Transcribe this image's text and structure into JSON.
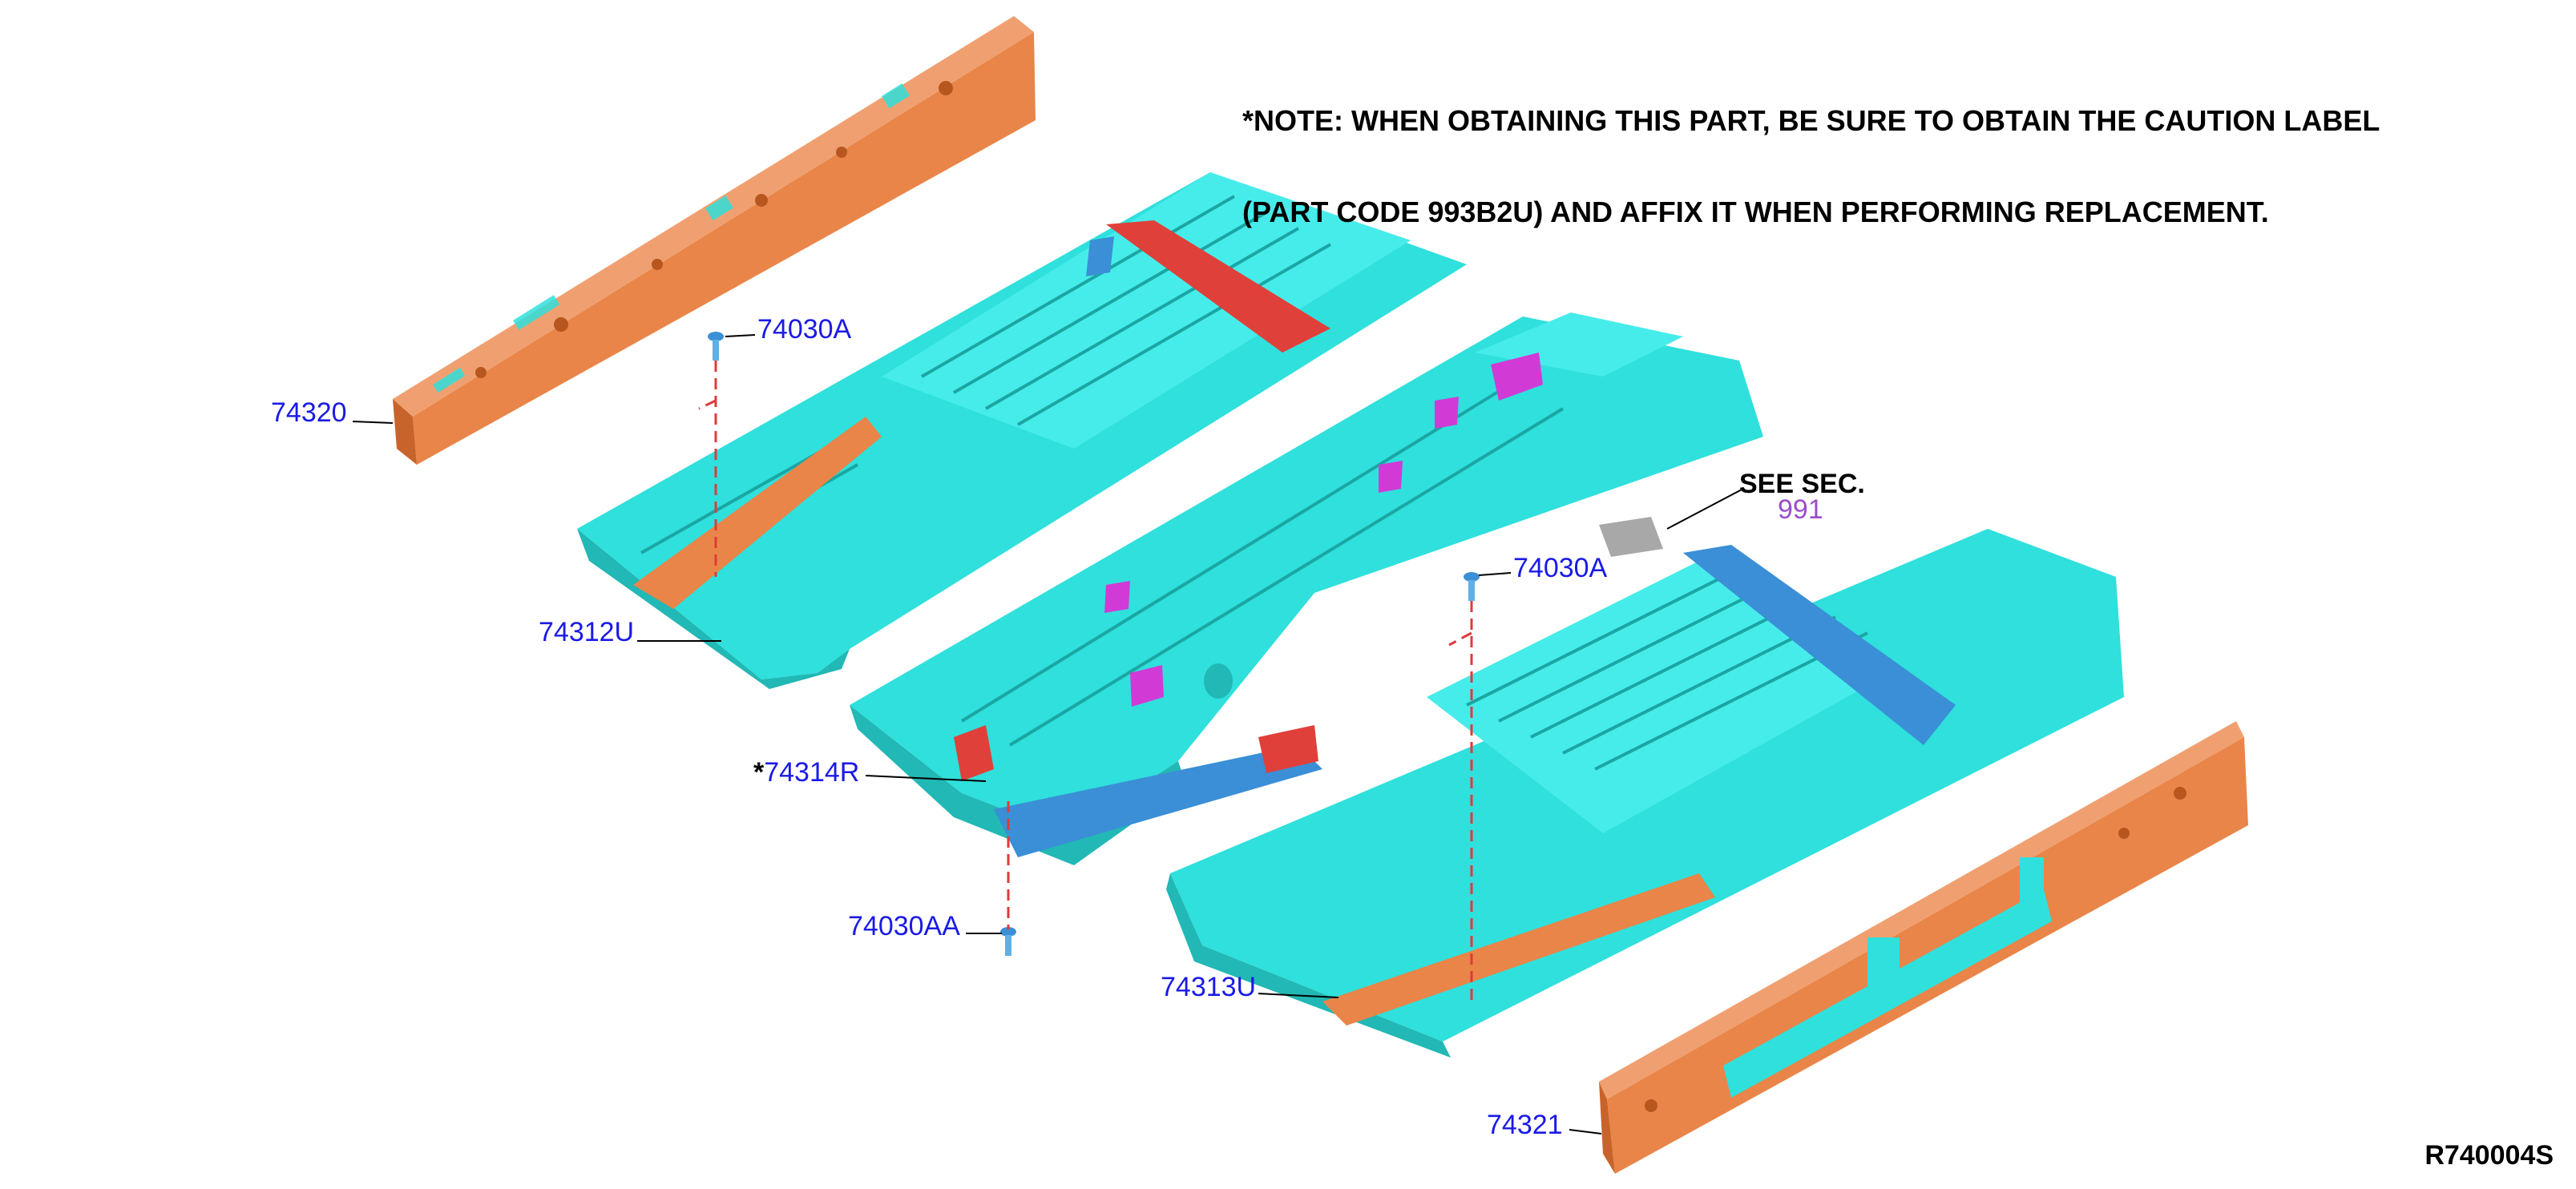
{
  "note": {
    "line1": "*NOTE: WHEN OBTAINING THIS PART, BE SURE TO OBTAIN THE CAUTION LABEL",
    "line2": "(PART CODE 993B2U) AND AFFIX IT WHEN PERFORMING REPLACEMENT."
  },
  "callouts": {
    "c74320": "74320",
    "c74030A_top": "74030A",
    "c74312U": "74312U",
    "c74314R_star": "*",
    "c74314R": "74314R",
    "c74030AA": "74030AA",
    "c74030A_mid": "74030A",
    "c74313U": "74313U",
    "c74321": "74321",
    "see_sec": "SEE SEC.",
    "see_sec_num": "991"
  },
  "reference_code": "R740004S",
  "colors": {
    "floor_panel": "#2fe0dc",
    "floor_shade": "#21b8b5",
    "side_member": "#e98548",
    "side_member_dark": "#c8642b",
    "crossmember_red": "#e0403a",
    "bracket_magenta": "#d23ad6",
    "reinforcement_blue": "#3a8fd6",
    "callout_text": "#1a1ae6",
    "leader_dash": "#e03a3a"
  }
}
